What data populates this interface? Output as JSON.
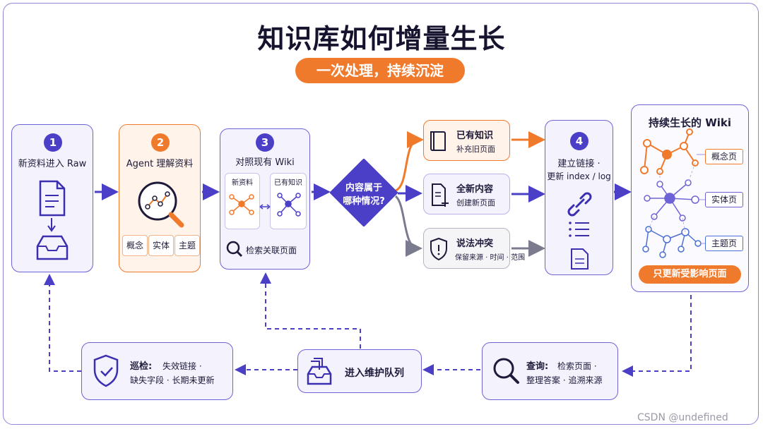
{
  "title": "知识库如何增量生长",
  "subtitle": "一次处理，持续沉淀",
  "colors": {
    "purple": "#4b3fc7",
    "orange": "#f07a2c",
    "gray": "#7b7b8f"
  },
  "step1": {
    "num": "1",
    "label": "新资料进入 Raw"
  },
  "step2": {
    "num": "2",
    "label": "Agent 理解资料",
    "tags": [
      "概念",
      "实体",
      "主题"
    ]
  },
  "step3": {
    "num": "3",
    "label": "对照现有 Wiki",
    "new_label": "新资料",
    "exist_label": "已有知识",
    "search": "检索关联页面"
  },
  "decision": {
    "line1": "内容属于",
    "line2": "哪种情况?"
  },
  "options": [
    {
      "title": "已有知识",
      "sub": "补充旧页面"
    },
    {
      "title": "全新内容",
      "sub": "创建新页面"
    },
    {
      "title": "说法冲突",
      "sub": "保留来源 · 时间 · 范围"
    }
  ],
  "step4": {
    "num": "4",
    "line1": "建立链接 ·",
    "line2": "更新 index / log"
  },
  "wiki": {
    "title": "持续生长的 Wiki",
    "legend": [
      "概念页",
      "实体页",
      "主题页"
    ],
    "footer": "只更新受影响页面"
  },
  "loop": {
    "query_title": "查询:",
    "query_sub1": "检索页面 ·",
    "query_sub2": "整理答案 · 追溯来源",
    "queue": "进入维护队列",
    "patrol_title": "巡检:",
    "patrol_sub1": "失效链接 ·",
    "patrol_sub2": "缺失字段 · 长期未更新"
  },
  "watermark": "CSDN @undefined"
}
